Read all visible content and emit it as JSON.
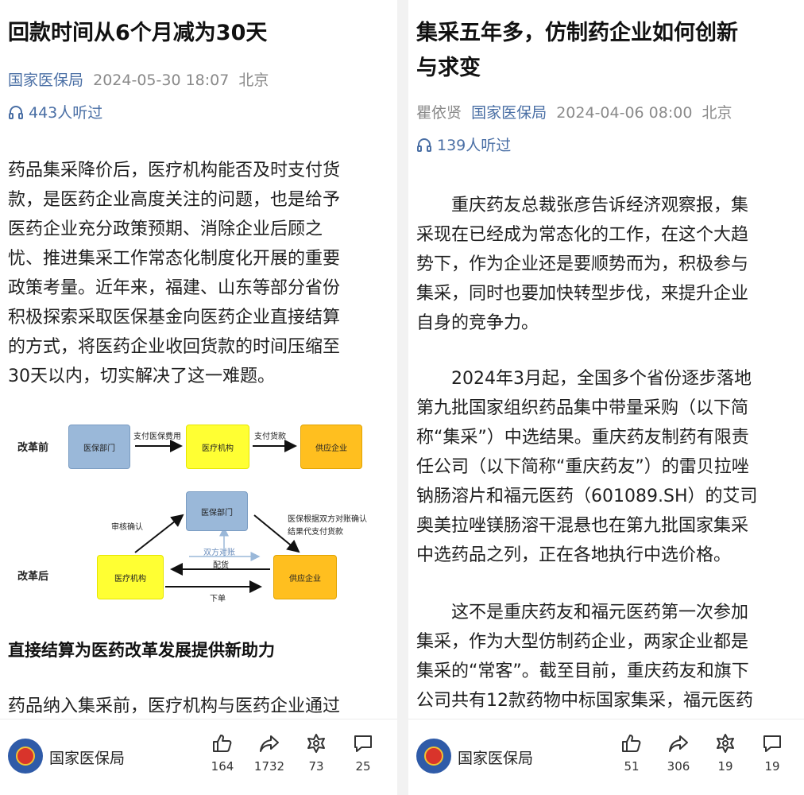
{
  "left": {
    "title": "回款时间从6个月减为30天",
    "meta": {
      "source": "国家医保局",
      "datetime": "2024-05-30 18:07",
      "location": "北京"
    },
    "listens": "443人听过",
    "paragraphs": [
      "药品集采降价后，医疗机构能否及时支付货",
      "款，是医药企业高度关注的问题，也是给予",
      "医药企业充分政策预期、消除企业后顾之",
      "忧、推进集采工作常态化制度化开展的重要",
      "政策考量。近年来，福建、山东等部分省份",
      "积极探索采取医保基金向医药企业直接结算",
      "的方式，将医药企业收回货款的时间压缩至",
      "30天以内，切实解决了这一难题。"
    ],
    "diagram": {
      "before_label": "改革前",
      "after_label": "改革后",
      "before_boxes": [
        "医保部门",
        "医疗机构",
        "供应企业"
      ],
      "before_arrows": [
        "支付医保费用",
        "支付货款"
      ],
      "after_boxes": {
        "top": "医保部门",
        "left": "医疗机构",
        "right": "供应企业"
      },
      "after_labels": {
        "audit": "审核确认",
        "settle_1": "医保根据双方对账确认",
        "settle_2": "结果代支付货款",
        "reconcile": "双方对账",
        "deliver": "配货",
        "order": "下单"
      }
    },
    "subheading": "直接结算为医药改革发展提供新助力",
    "tail_paragraph": "药品纳入集采前，医疗机构与医药企业通过",
    "bottom": {
      "account": "国家医保局",
      "like": "164",
      "share": "1732",
      "recommend": "73",
      "comment": "25"
    }
  },
  "right": {
    "title_line1": "集采五年多，仿制药企业如何创新",
    "title_line2": "与求变",
    "meta": {
      "author": "瞿依贤",
      "source": "国家医保局",
      "datetime": "2024-04-06 08:00",
      "location": "北京"
    },
    "listens": "139人听过",
    "para1": [
      "　　重庆药友总裁张彦告诉经济观察报，集",
      "采现在已经成为常态化的工作，在这个大趋",
      "势下，作为企业还是要顺势而为，积极参与",
      "集采，同时也要加快转型步伐，来提升企业",
      "自身的竞争力。"
    ],
    "para2": [
      "　　2024年3月起，全国多个省份逐步落地",
      "第九批国家组织药品集中带量采购（以下简",
      "称“集采”）中选结果。重庆药友制药有限责",
      "任公司（以下简称“重庆药友”）的雷贝拉唑",
      "钠肠溶片和福元医药（601089.SH）的艾司",
      "奥美拉唑镁肠溶干混悬也在第九批国家集采",
      "中选药品之列，正在各地执行中选价格。"
    ],
    "para3": [
      "　　这不是重庆药友和福元医药第一次参加",
      "集采，作为大型仿制药企业，两家企业都是",
      "集采的“常客”。截至目前，重庆药友和旗下",
      "公司共有12款药物中标国家集采，福元医药"
    ],
    "bottom": {
      "account": "国家医保局",
      "like": "51",
      "share": "306",
      "recommend": "19",
      "comment": "19"
    }
  },
  "icons": [
    "headphones-icon",
    "thumbs-up-icon",
    "share-arrow-icon",
    "recommend-flower-icon",
    "comment-bubble-icon",
    "emblem-logo-icon"
  ],
  "colors": {
    "link_blue": "#4a6fa5",
    "meta_gray": "#8a8a8a",
    "box_blue": "#9ab8d9",
    "box_yellow": "#ffff33",
    "box_orange": "#ffbf1f"
  }
}
